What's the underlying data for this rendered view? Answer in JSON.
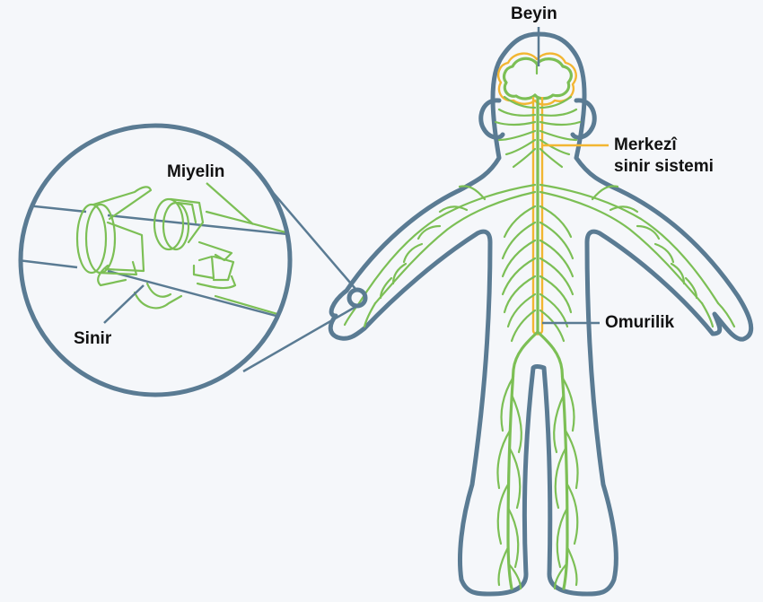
{
  "labels": {
    "brain": "Beyin",
    "cns_line1": "Merkezî",
    "cns_line2": "sinir sistemi",
    "spinal_cord": "Omurilik",
    "myelin": "Miyelin",
    "nerve": "Sinir"
  },
  "colors": {
    "background": "#f5f7fa",
    "body_outline": "#5a7b93",
    "nerves": "#7cbf55",
    "central_nervous_system": "#f2b632",
    "label_text": "#111111"
  }
}
